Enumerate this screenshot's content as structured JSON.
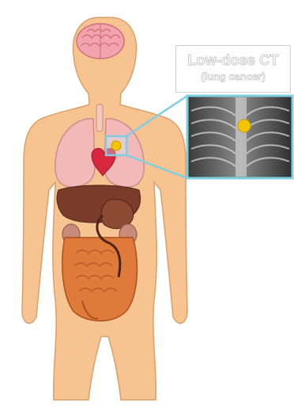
{
  "label": {
    "title": "Low-dose CT",
    "subtitle": "(lung cancer)"
  },
  "colors": {
    "skin": "#f7c391",
    "skin_outline": "#d9a06a",
    "brain": "#f2a3ad",
    "lungs": "#f3b9b9",
    "heart": "#d8273f",
    "liver": "#7a3b2a",
    "intestines": "#e07a3a",
    "highlight": "#7ecfe0",
    "nodule": "#f5c400"
  },
  "icons": [
    "human-body",
    "brain",
    "lungs",
    "heart",
    "liver",
    "kidneys",
    "intestines",
    "chest-xray",
    "nodule-marker"
  ]
}
